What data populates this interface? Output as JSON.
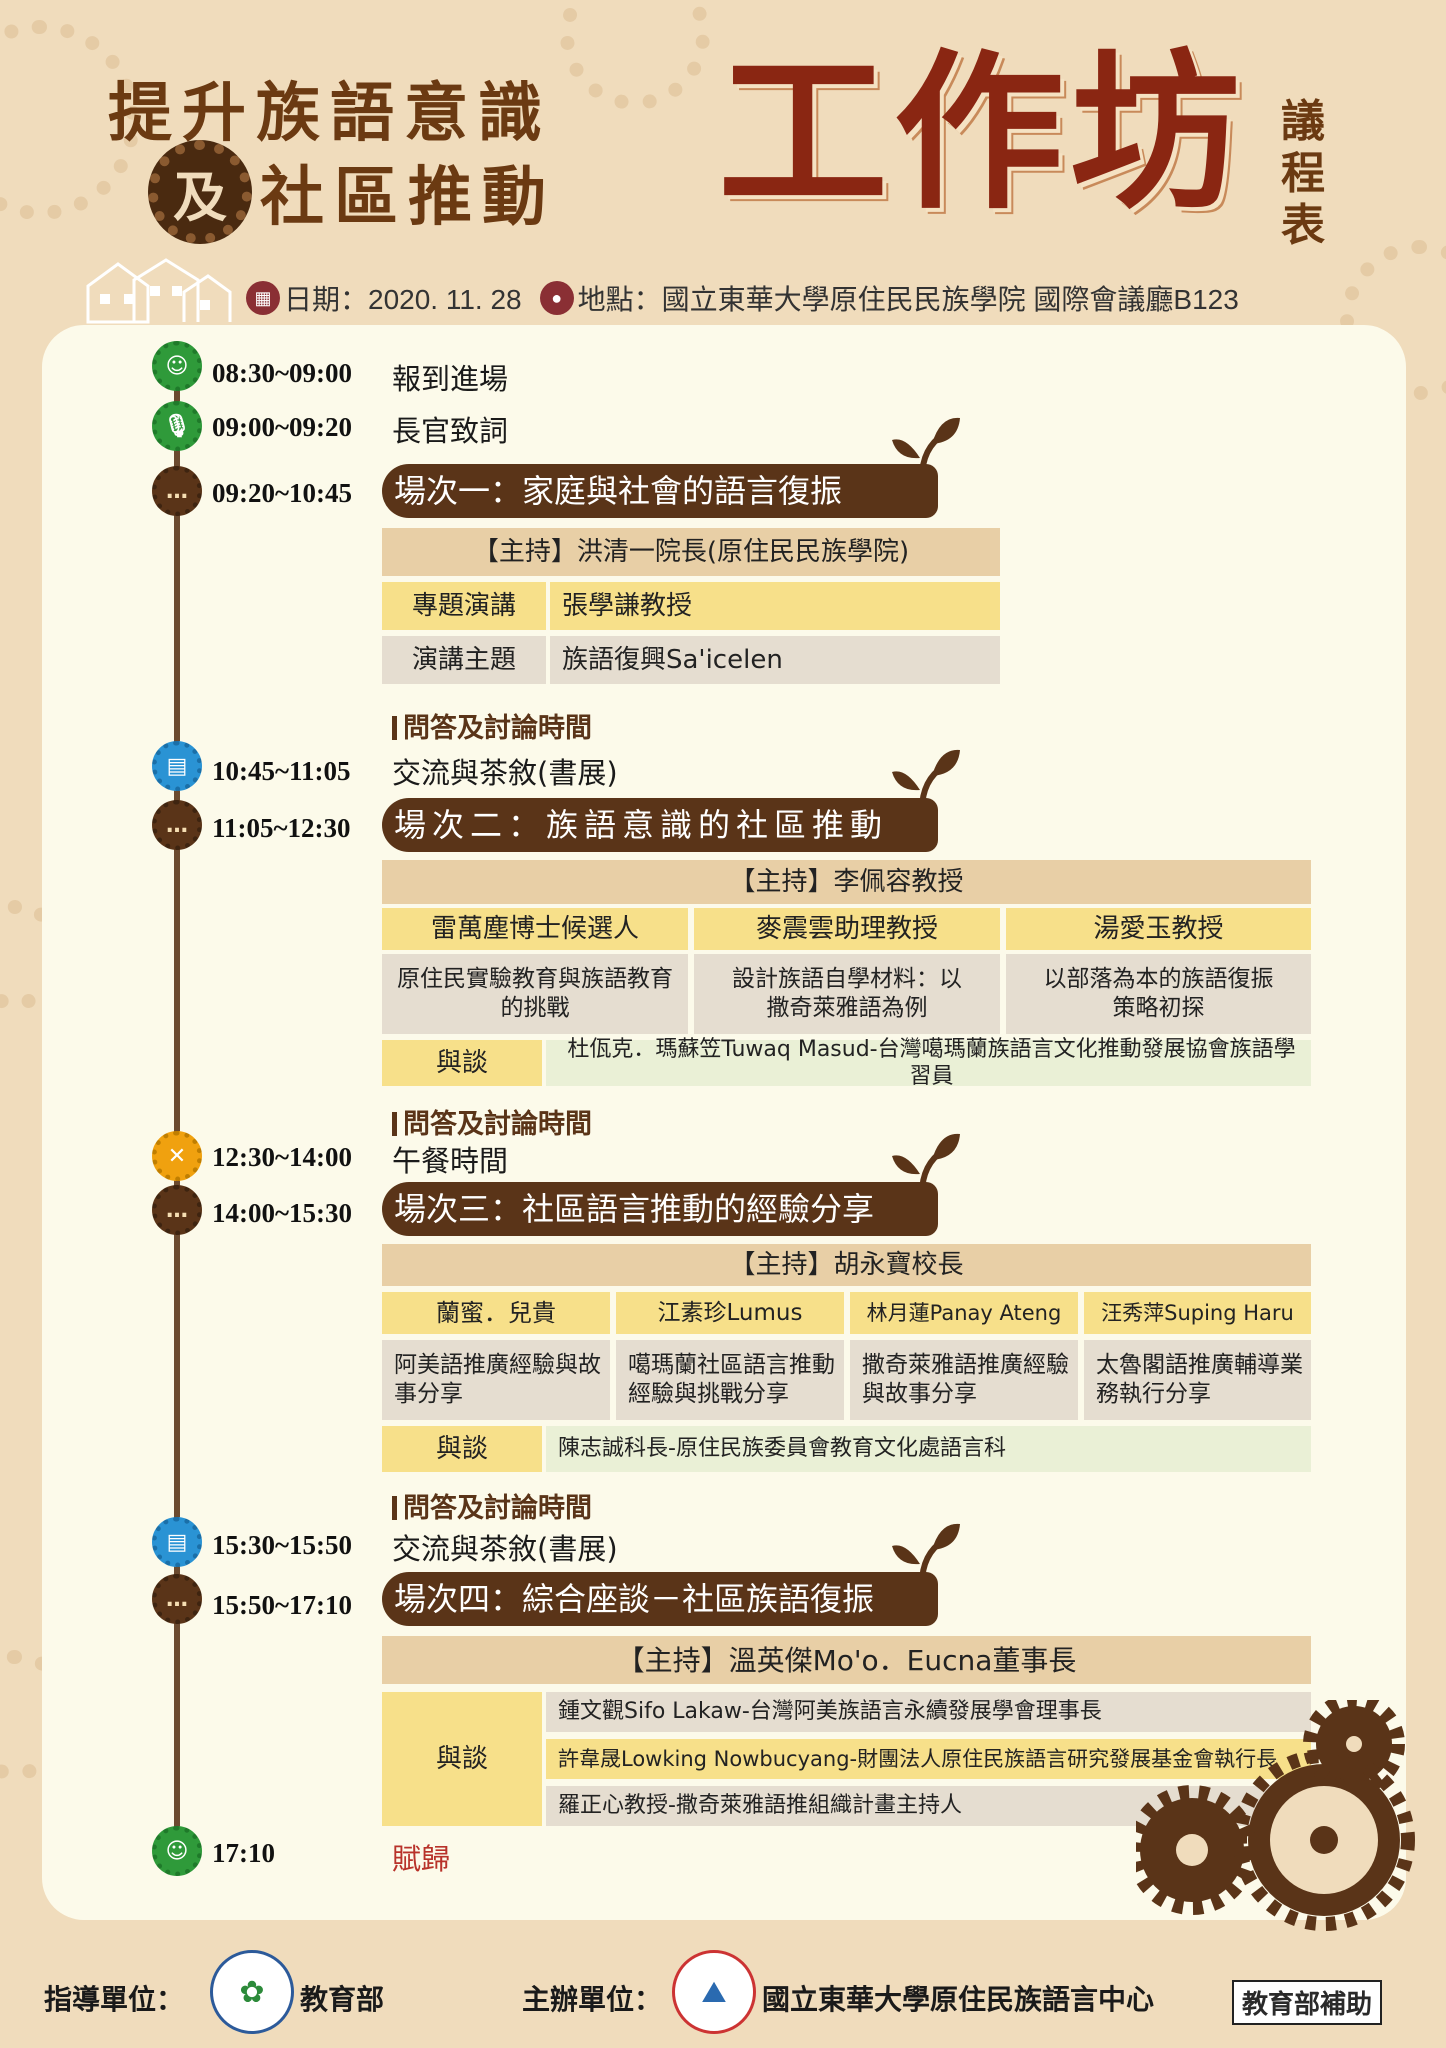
{
  "header": {
    "title_line1": "提升族語意識",
    "title_ji": "及",
    "title_line2": "社區推動",
    "big_title": "工作坊",
    "agenda": "議程表",
    "date": "日期：2020. 11. 28",
    "location": "地點：國立東華大學原住民民族學院  國際會議廳B123"
  },
  "schedule": {
    "s1": {
      "time": "08:30~09:00",
      "label": "報到進場"
    },
    "s2": {
      "time": "09:00~09:20",
      "label": "長官致詞"
    },
    "s3": {
      "time": "09:20~10:45",
      "label": "場次一：家庭與社會的語言復振"
    },
    "s3_host": "【主持】洪清一院長(原住民民族學院)",
    "s3_k1": "專題演講",
    "s3_v1": "張學謙教授",
    "s3_k2": "演講主題",
    "s3_v2": "族語復興Sa'icelen",
    "qa": "問答及討論時間",
    "s4": {
      "time": "10:45~11:05",
      "label": "交流與茶敘(書展)"
    },
    "s5": {
      "time": "11:05~12:30",
      "label": "場次二：族語意識的社區推動"
    },
    "s5_host": "【主持】李佩容教授",
    "s5_speakers": [
      "雷萬塵博士候選人",
      "麥震雲助理教授",
      "湯愛玉教授"
    ],
    "s5_topics": [
      "原住民實驗教育與族語教育的挑戰",
      "設計族語自學材料：以撒奇萊雅語為例",
      "以部落為本的族語復振策略初探"
    ],
    "panel_label": "與談",
    "s5_panel": "杜佤克．瑪蘇笠Tuwaq Masud-台灣噶瑪蘭族語言文化推動發展協會族語學習員",
    "s6": {
      "time": "12:30~14:00",
      "label": "午餐時間"
    },
    "s7": {
      "time": "14:00~15:30",
      "label": "場次三：社區語言推動的經驗分享"
    },
    "s7_host": "【主持】胡永寶校長",
    "s7_speakers": [
      "蘭蜜．兒貴",
      "江素珍Lumus",
      "林月蓮Panay Ateng",
      "汪秀萍Suping Haru"
    ],
    "s7_topics": [
      "阿美語推廣經驗與故事分享",
      "噶瑪蘭社區語言推動經驗與挑戰分享",
      "撒奇萊雅語推廣經驗與故事分享",
      "太魯閣語推廣輔導業務執行分享"
    ],
    "s7_panel": "陳志誠科長-原住民族委員會教育文化處語言科",
    "s8": {
      "time": "15:30~15:50",
      "label": "交流與茶敘(書展)"
    },
    "s9": {
      "time": "15:50~17:10",
      "label": "場次四：綜合座談－社區族語復振"
    },
    "s9_host": "【主持】溫英傑Mo'o．Eucna董事長",
    "s9_panel": [
      "鍾文觀Sifo Lakaw-台灣阿美族語言永續發展學會理事長",
      "許韋晟Lowking Nowbucyang-財團法人原住民族語言研究發展基金會執行長",
      "羅正心教授-撒奇萊雅語推組織計畫主持人"
    ],
    "s10": {
      "time": "17:10",
      "label": "賦歸"
    }
  },
  "footer": {
    "guide_label": "指導單位：",
    "guide_org": "教育部",
    "host_label": "主辦單位：",
    "host_org": "國立東華大學原住民族語言中心",
    "subsidy": "教育部補助"
  },
  "colors": {
    "brown": "#5a3418",
    "title_red": "#8a2612",
    "tan": "#e8cfa6",
    "yellow": "#f7e08a"
  }
}
